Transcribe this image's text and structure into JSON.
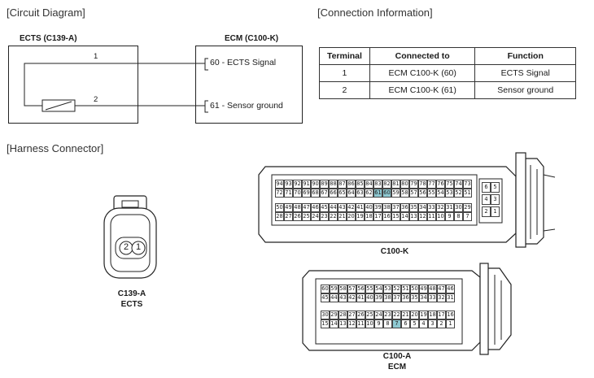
{
  "sections": {
    "circuit_title": "[Circuit Diagram]",
    "connection_title": "[Connection Information]",
    "harness_title": "[Harness Connector]"
  },
  "circuit": {
    "left_component": "ECTS (C139-A)",
    "right_component": "ECM (C100-K)",
    "wire1_terminal": "1",
    "wire2_terminal": "2",
    "ecm_pin1": "60 - ECTS Signal",
    "ecm_pin2": "61 - Sensor ground"
  },
  "connection_table": {
    "headers": [
      "Terminal",
      "Connected to",
      "Function"
    ],
    "rows": [
      [
        "1",
        "ECM C100-K (60)",
        "ECTS Signal"
      ],
      [
        "2",
        "ECM C100-K (61)",
        "Sensor ground"
      ]
    ]
  },
  "ects_connector": {
    "pin_left": "2",
    "pin_right": "1",
    "caption_line1": "C139-A",
    "caption_line2": "ECTS"
  },
  "c100k": {
    "caption": "C100-K",
    "highlighted": [
      "61",
      "60"
    ],
    "rows": [
      [
        "94",
        "93",
        "92",
        "91",
        "90",
        "89",
        "88",
        "87",
        "86",
        "85",
        "84",
        "83",
        "82",
        "81",
        "80",
        "79",
        "78",
        "77",
        "76",
        "75",
        "74",
        "73"
      ],
      [
        "72",
        "71",
        "70",
        "69",
        "68",
        "67",
        "66",
        "65",
        "64",
        "63",
        "62",
        "61",
        "60",
        "59",
        "58",
        "57",
        "56",
        "55",
        "54",
        "53",
        "52",
        "51"
      ],
      [
        "50",
        "49",
        "48",
        "47",
        "46",
        "45",
        "44",
        "43",
        "42",
        "41",
        "40",
        "39",
        "38",
        "37",
        "36",
        "35",
        "34",
        "33",
        "32",
        "31",
        "30",
        "29"
      ],
      [
        "28",
        "27",
        "26",
        "25",
        "24",
        "23",
        "22",
        "21",
        "20",
        "19",
        "18",
        "17",
        "16",
        "15",
        "14",
        "13",
        "12",
        "11",
        "10",
        "9",
        "8",
        "7"
      ]
    ],
    "side_pins": [
      [
        "6",
        "5"
      ],
      [
        "4",
        "3"
      ],
      [
        "2",
        "1"
      ]
    ]
  },
  "c100a": {
    "caption_line1": "C100-A",
    "caption_line2": "ECM",
    "highlighted": [
      "7"
    ],
    "rows": [
      [
        "60",
        "59",
        "58",
        "57",
        "56",
        "55",
        "54",
        "53",
        "52",
        "51",
        "50",
        "49",
        "48",
        "47",
        "46"
      ],
      [
        "45",
        "44",
        "43",
        "42",
        "41",
        "40",
        "39",
        "38",
        "37",
        "36",
        "35",
        "34",
        "33",
        "32",
        "31"
      ],
      [
        "30",
        "29",
        "28",
        "27",
        "26",
        "25",
        "24",
        "23",
        "22",
        "21",
        "20",
        "19",
        "18",
        "17",
        "16"
      ],
      [
        "15",
        "14",
        "13",
        "12",
        "11",
        "10",
        "9",
        "8",
        "7",
        "6",
        "5",
        "4",
        "3",
        "2",
        "1"
      ]
    ]
  }
}
